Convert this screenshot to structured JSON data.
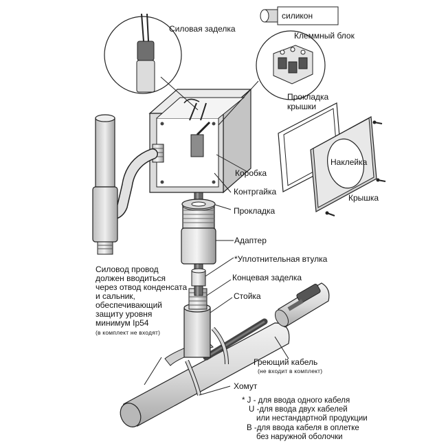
{
  "labels": {
    "silicone": "силикон",
    "power_termination": "Силовая заделка",
    "terminal_block": "Клеммный блок",
    "lid_gasket_1": "Прокладка",
    "lid_gasket_2": "крышки",
    "box": "Коробка",
    "locknut": "Контргайка",
    "gasket": "Прокладка",
    "sticker": "Наклейка",
    "lid": "Крышка",
    "adapter": "Адаптер",
    "sealing_bushing": "*Уплотнительная втулка",
    "end_termination": "Концевая заделка",
    "stand": "Стойка",
    "heating_cable": "Греющий кабель",
    "heating_cable_note": "(не входит в комплект)",
    "clamp": "Хомут"
  },
  "power_wire_note": {
    "lines": [
      "Силовод провод",
      "должен вводиться",
      "через отвод конденсата",
      "и сальник,",
      "обеспечивающий",
      "защиту уровня",
      "минимум Ip54"
    ],
    "small": "(в комплект не входят)"
  },
  "notes": [
    "* J - для ввода одного кабеля",
    "U -для ввода двух кабелей",
    "или нестандартной продукции",
    "B -для ввода кабеля в оплетке",
    "без наружной оболочки"
  ]
}
